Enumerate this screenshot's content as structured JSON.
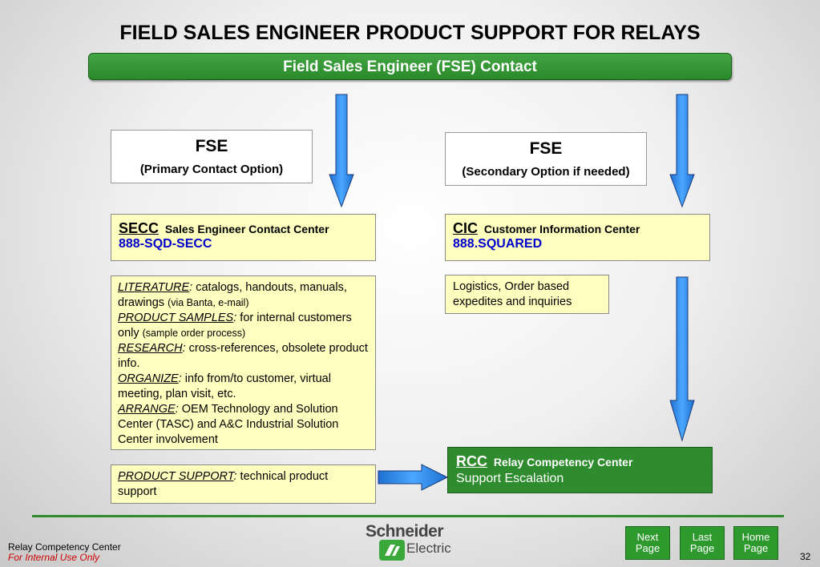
{
  "title": "FIELD SALES ENGINEER PRODUCT SUPPORT FOR RELAYS",
  "banner": "Field  Sales  Engineer  (FSE)  Contact",
  "fse_primary": {
    "title": "FSE",
    "subtitle": "(Primary Contact Option)"
  },
  "fse_secondary": {
    "title": "FSE",
    "subtitle": "(Secondary Option if needed)"
  },
  "secc": {
    "acronym": "SECC",
    "name": "Sales Engineer Contact Center",
    "phone": "888-SQD-SECC"
  },
  "cic": {
    "acronym": "CIC",
    "name": "Customer Information Center",
    "phone": "888.SQUARED"
  },
  "literature": {
    "lit_label": "LITERATURE",
    "lit_text": " catalogs, handouts, manuals, drawings ",
    "lit_note": "(via Banta, e-mail)",
    "samples_label": "PRODUCT SAMPLES",
    "samples_text": " for internal customers only ",
    "samples_note": "(sample order process)",
    "research_label": "RESEARCH",
    "research_text": " cross-references, obsolete product info.",
    "organize_label": "ORGANIZE",
    "organize_text": " info from/to customer, virtual meeting, plan visit, etc.",
    "arrange_label": "ARRANGE",
    "arrange_text": "  OEM Technology and Solution Center (TASC) and A&C Industrial Solution Center involvement"
  },
  "logistics": "Logistics, Order based expedites and inquiries",
  "product_support": {
    "label": "PRODUCT SUPPORT",
    "text": " technical product support"
  },
  "rcc": {
    "acronym": "RCC",
    "name": "Relay Competency Center",
    "subtitle": "Support Escalation"
  },
  "nav": [
    {
      "line1": "Next",
      "line2": "Page"
    },
    {
      "line1": "Last",
      "line2": "Page"
    },
    {
      "line1": "Home",
      "line2": "Page"
    }
  ],
  "footer": {
    "line1": "Relay Competency Center",
    "line2": "For Internal Use Only",
    "page": "32"
  },
  "logo": {
    "word1": "Schneider",
    "word2": "Electric"
  },
  "colors": {
    "green": "#2e8b2e",
    "yellow": "#ffffc0",
    "arrow_blue": "#2f8fe8",
    "link_blue": "#0000cc"
  }
}
